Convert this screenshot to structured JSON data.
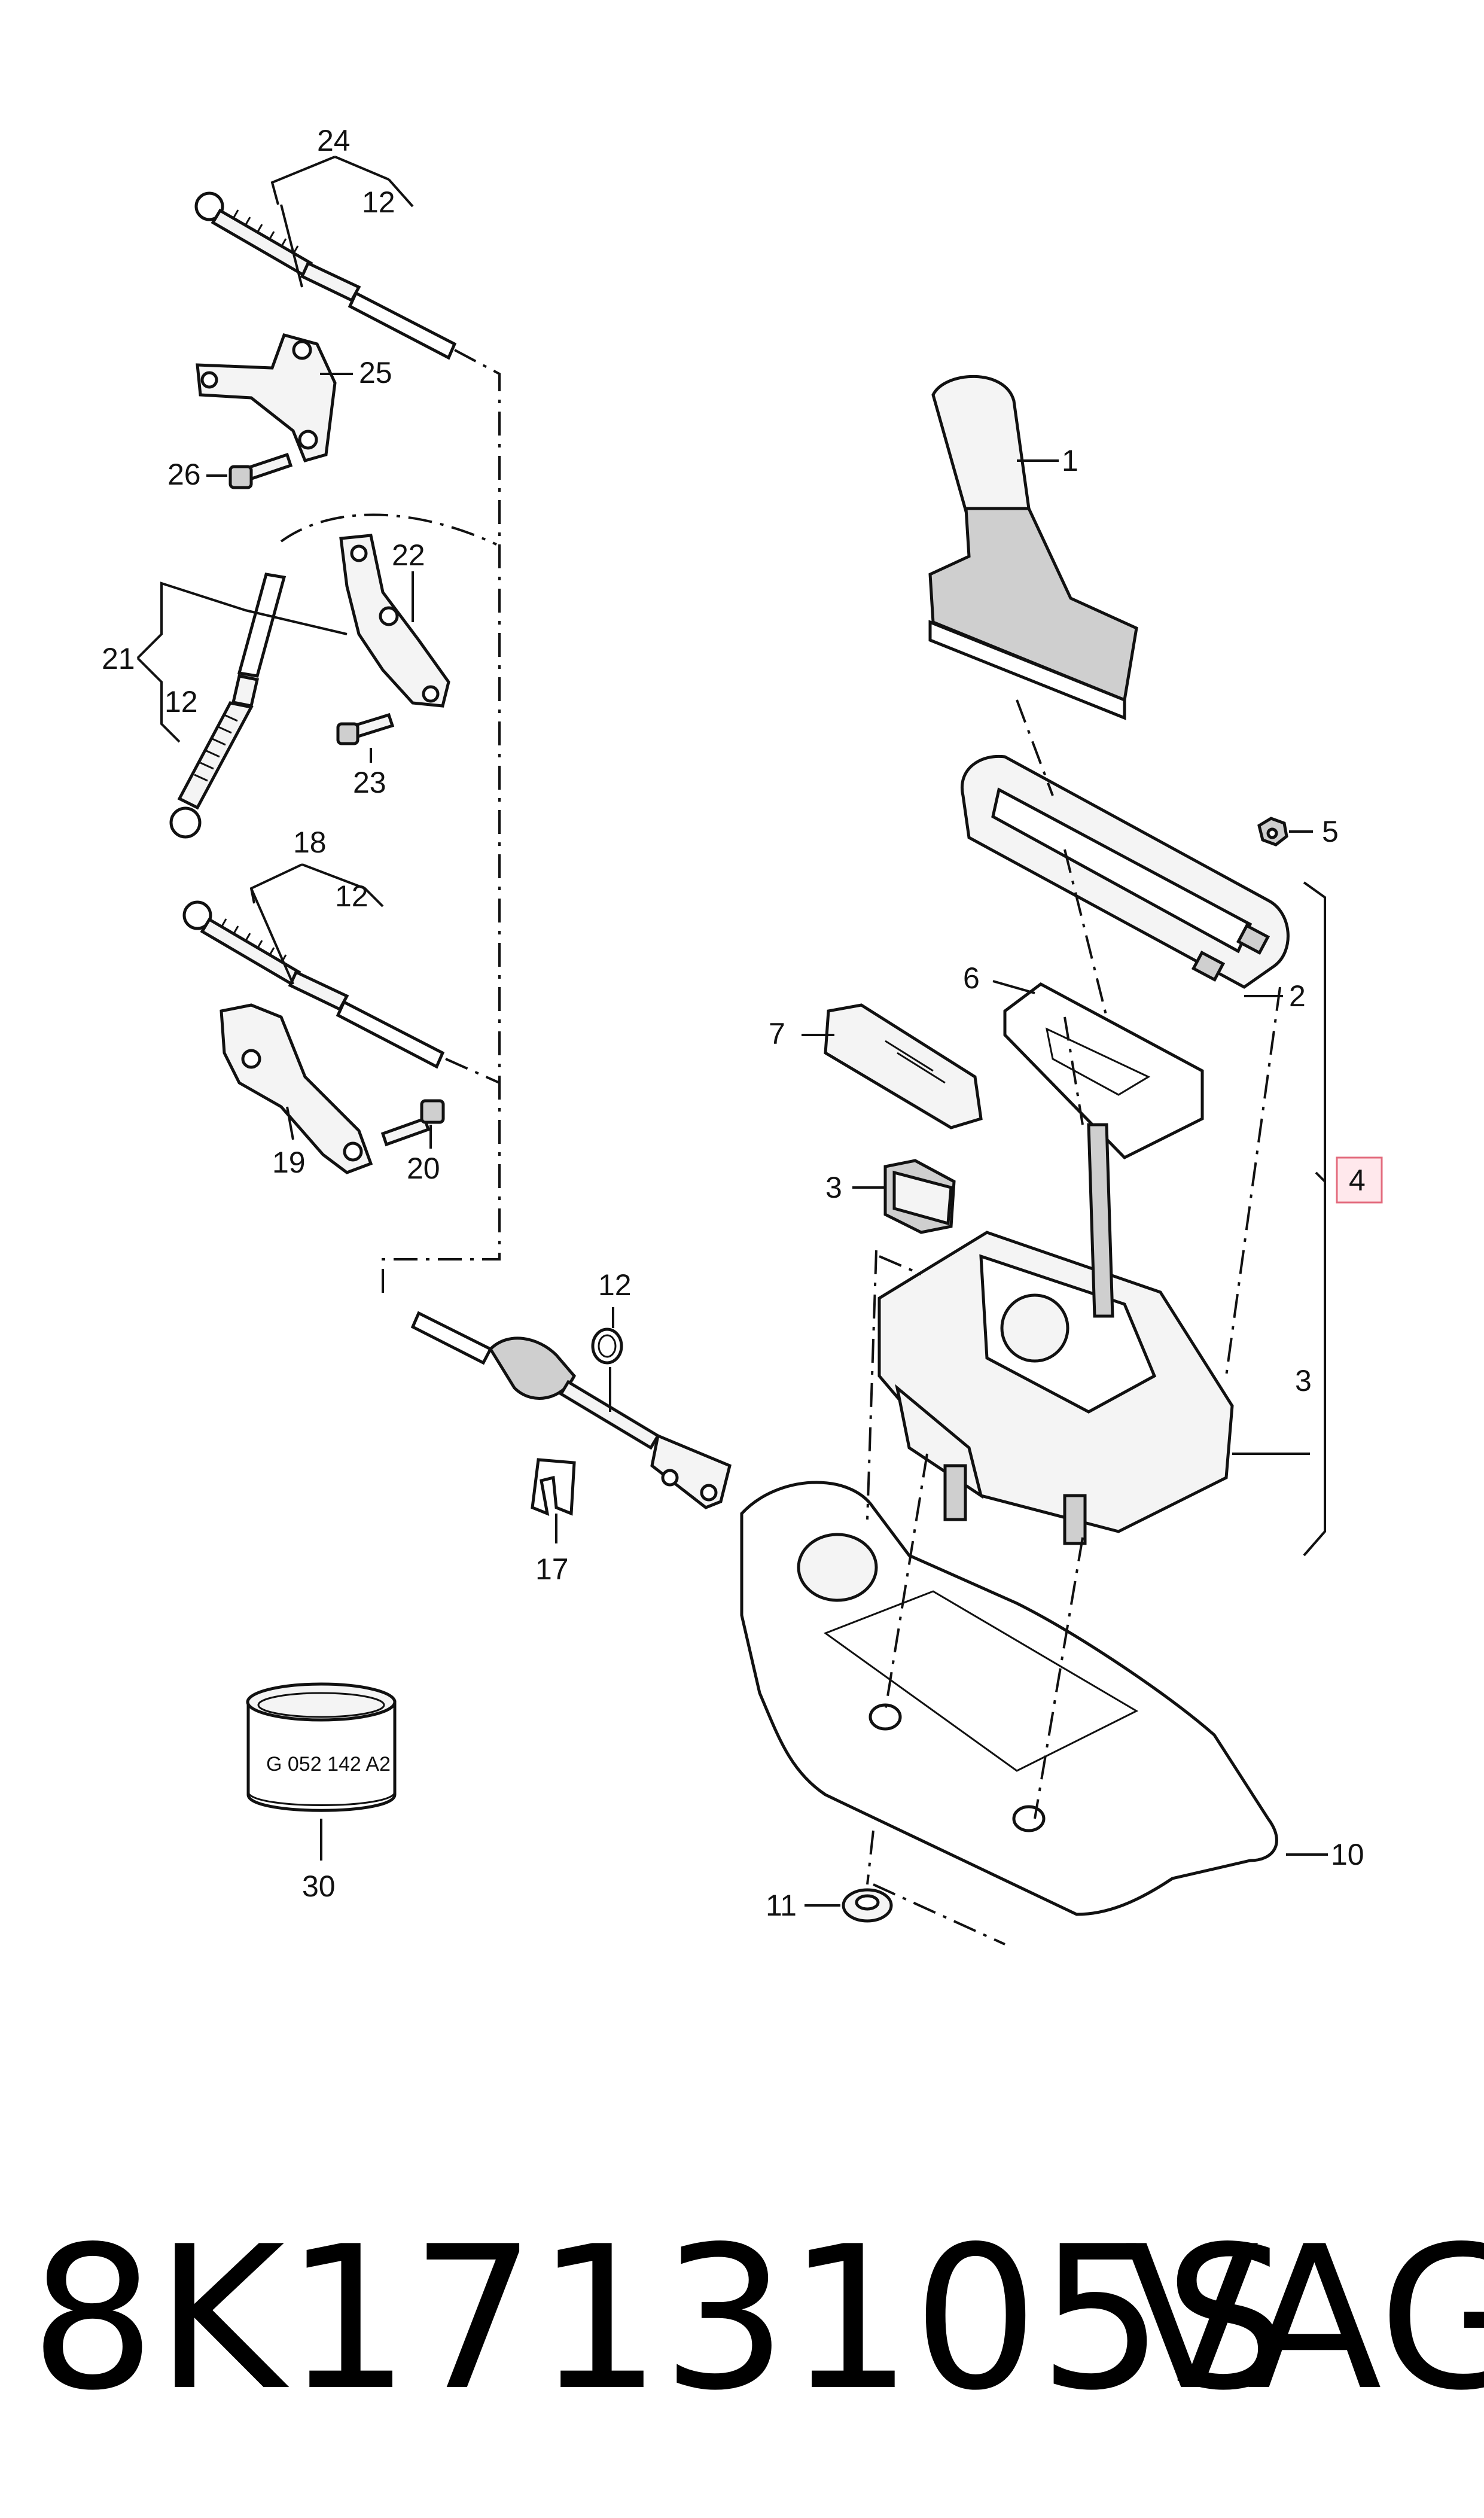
{
  "callouts": {
    "c1": "1",
    "c2": "2",
    "c3a": "3",
    "c3b": "3",
    "c4": "4",
    "c5": "5",
    "c6": "6",
    "c7": "7",
    "c10": "10",
    "c11": "11",
    "c12a": "12",
    "c12b": "12",
    "c12c": "12",
    "c12d": "12",
    "c17": "17",
    "c18": "18",
    "c19": "19",
    "c20": "20",
    "c21": "21",
    "c22": "22",
    "c23": "23",
    "c24": "24",
    "c25": "25",
    "c26": "26",
    "c30": "30"
  },
  "grease_label": "G 052 142 A2",
  "part_number": "8K1713105S",
  "brand": "VAG",
  "highlight_color": "#e36b7d"
}
